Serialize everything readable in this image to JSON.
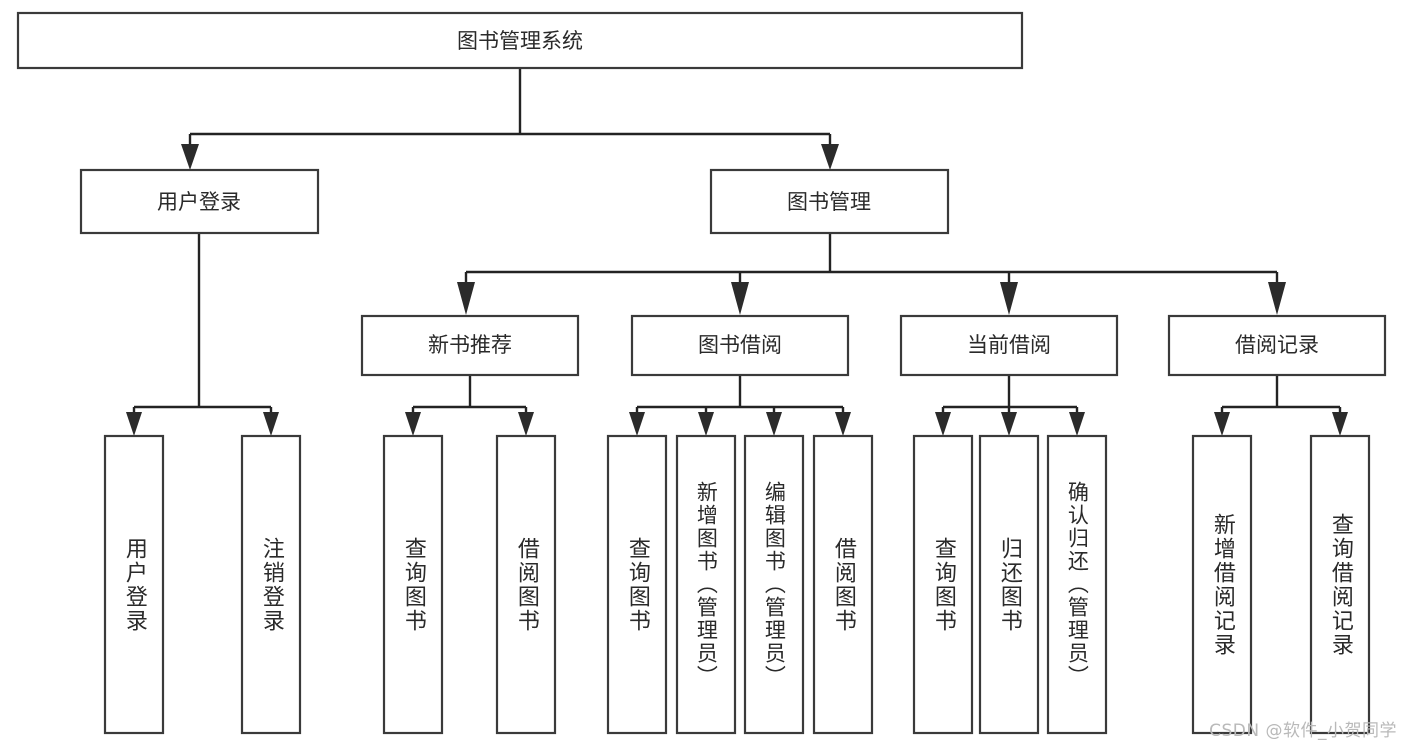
{
  "diagram": {
    "type": "tree",
    "title": "图书管理系统",
    "root": {
      "label": "图书管理系统"
    },
    "level2": [
      {
        "label": "用户登录"
      },
      {
        "label": "图书管理"
      }
    ],
    "level3": [
      {
        "label": "新书推荐"
      },
      {
        "label": "图书借阅"
      },
      {
        "label": "当前借阅"
      },
      {
        "label": "借阅记录"
      }
    ],
    "leaves": {
      "user_login": [
        {
          "label": "用户登录"
        },
        {
          "label": "注销登录"
        }
      ],
      "new_book_recommend": [
        {
          "label": "查询图书"
        },
        {
          "label": "借阅图书"
        }
      ],
      "book_borrow": [
        {
          "label": "查询图书"
        },
        {
          "label": "新增图书（管理员）"
        },
        {
          "label": "编辑图书（管理员）"
        },
        {
          "label": "借阅图书"
        }
      ],
      "current_borrow": [
        {
          "label": "查询图书"
        },
        {
          "label": "归还图书"
        },
        {
          "label": "确认归还（管理员）"
        }
      ],
      "borrow_record": [
        {
          "label": "新增借阅记录"
        },
        {
          "label": "查询借阅记录"
        }
      ]
    }
  },
  "watermark": {
    "text": "CSDN @软件_小贺同学"
  },
  "colors": {
    "box_stroke": "#3a3a3a",
    "connector": "#232323",
    "text": "#2a2a2a",
    "background": "#ffffff",
    "watermark": "#b9b9b9"
  }
}
